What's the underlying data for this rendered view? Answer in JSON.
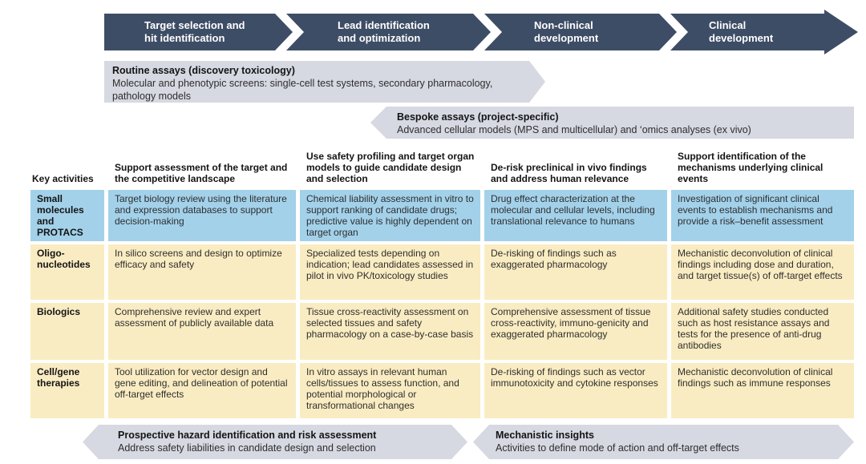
{
  "stages": [
    {
      "label": "Target selection and\nhit identification"
    },
    {
      "label": "Lead identification\nand optimization"
    },
    {
      "label": "Non-clinical\ndevelopment"
    },
    {
      "label": "Clinical\ndevelopment"
    }
  ],
  "assay_banners": {
    "routine": {
      "title": "Routine assays (discovery toxicology)",
      "description": "Molecular and phenotypic screens: single-cell test systems, secondary pharmacology, pathology models"
    },
    "bespoke": {
      "title": "Bespoke assays (project-specific)",
      "description": "Advanced cellular models (MPS and multicellular) and ‘omics analyses (ex vivo)"
    }
  },
  "table": {
    "corner_label": "Key activities",
    "column_headers": [
      "Support assessment of the target and the competitive landscape",
      "Use safety profiling and target organ models to guide candidate design and selection",
      "De-risk preclinical in vivo findings and address human relevance",
      "Support identification of the mechanisms underlying clinical events"
    ],
    "rows": [
      {
        "label": "Small molecules and PROTACS",
        "cells": [
          "Target biology review using the literature and expression databases to support decision-making",
          "Chemical liability assessment in vitro to support ranking of candidate drugs; predictive value is highly dependent on target organ",
          "Drug effect characterization at the molecular and cellular levels, including translational relevance to humans",
          "Investigation of significant clinical events to establish mechanisms and provide a risk–benefit assessment"
        ]
      },
      {
        "label": "Oligo-nucleotides",
        "cells": [
          "In silico screens and design to optimize efficacy and safety",
          "Specialized tests depending on indication; lead candidates assessed in pilot in vivo PK/toxicology studies",
          "De-risking of findings such as exaggerated pharmacology",
          "Mechanistic deconvolution of clinical findings including dose and duration, and target tissue(s) of off-target effects"
        ]
      },
      {
        "label": "Biologics",
        "cells": [
          "Comprehensive review and expert assessment of publicly available data",
          "Tissue cross-reactivity assessment on selected tissues and safety pharmacology on a case-by-case basis",
          "Comprehensive assessment of tissue cross-reactivity, immuno-genicity and exaggerated pharmacology",
          "Additional safety studies conducted such as host resistance assays and tests for the presence of anti-drug antibodies"
        ]
      },
      {
        "label": "Cell/gene therapies",
        "cells": [
          "Tool utilization for vector design and gene editing, and delineation of potential off-target effects",
          "In vitro assays in relevant human cells/tissues to assess function, and potential morphological or transformational changes",
          "De-risking of findings such as vector immunotoxicity and cytokine responses",
          "Mechanistic deconvolution of clinical findings such as immune responses"
        ]
      }
    ]
  },
  "bottom_banners": [
    {
      "title": "Prospective hazard identification and risk assessment",
      "description": "Address safety liabilities in candidate design and selection"
    },
    {
      "title": "Mechanistic insights",
      "description": "Activities to define mode of action and off-target effects"
    }
  ],
  "colors": {
    "stage_navy": "#3e4d66",
    "banner_gray": "#d6d8e2",
    "row_blue": "#a3d1ea",
    "row_yellow": "#faecc2"
  }
}
